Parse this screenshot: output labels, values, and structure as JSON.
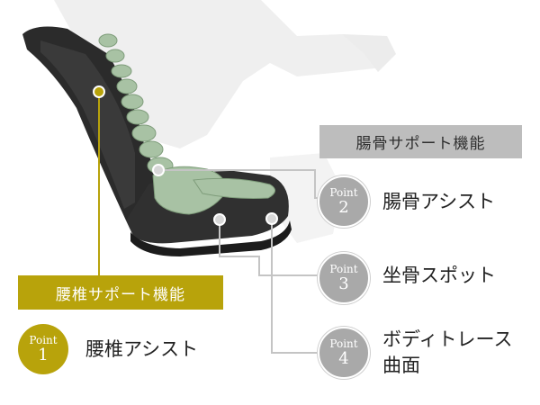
{
  "labels": {
    "pelvis_support": "腸骨サポート機能",
    "lumbar_support": "腰椎サポート機能"
  },
  "points": [
    {
      "word": "Point",
      "number": "1",
      "text": "腰椎アシスト"
    },
    {
      "word": "Point",
      "number": "2",
      "text": "腸骨アシスト"
    },
    {
      "word": "Point",
      "number": "3",
      "text": "坐骨スポット"
    },
    {
      "word": "Point",
      "number": "4",
      "text_line1": "ボディトレース",
      "text_line2": "曲面"
    }
  ],
  "colors": {
    "gold": "#b8a30b",
    "gray_box": "#bdbdbd",
    "gray_circle": "#a9a9a9",
    "seat": "#2b2b2b",
    "bone": "#a8c2a4"
  }
}
